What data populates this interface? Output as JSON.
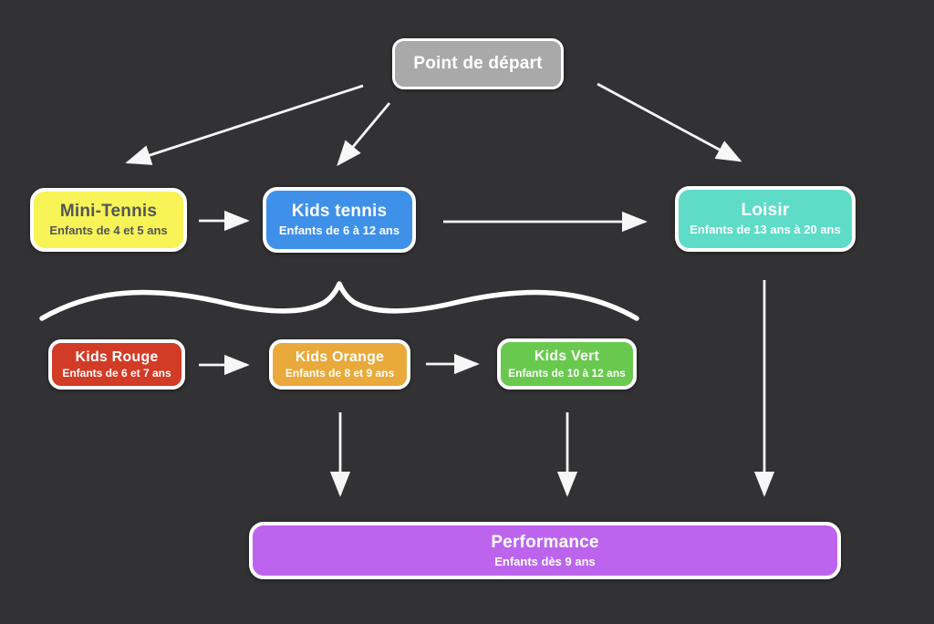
{
  "diagram": {
    "background_color": "#323234",
    "arrow_color": "#f7f7f7",
    "brace_color": "#ffffff",
    "node_border_color": "#ffffff"
  },
  "nodes": {
    "point_depart": {
      "title": "Point de départ",
      "color": "#a9a9a9",
      "text_color": "#ffffff"
    },
    "mini_tennis": {
      "title": "Mini-Tennis",
      "subtitle": "Enfants de 4 et 5 ans",
      "color": "#f8f356",
      "text_color": "#52565a"
    },
    "kids_tennis": {
      "title": "Kids tennis",
      "subtitle": "Enfants de 6 à 12 ans",
      "color": "#3f90e9",
      "text_color": "#ffffff"
    },
    "loisir": {
      "title": "Loisir",
      "subtitle": "Enfants de 13 ans à 20 ans",
      "color": "#5edcc8",
      "text_color": "#ffffff"
    },
    "kids_rouge": {
      "title": "Kids Rouge",
      "subtitle": "Enfants de 6 et 7 ans",
      "color": "#d23b26",
      "text_color": "#ffffff"
    },
    "kids_orange": {
      "title": "Kids Orange",
      "subtitle": "Enfants de 8 et 9 ans",
      "color": "#e9a93b",
      "text_color": "#ffffff"
    },
    "kids_vert": {
      "title": "Kids Vert",
      "subtitle": "Enfants de 10 à 12 ans",
      "color": "#69c94e",
      "text_color": "#ffffff"
    },
    "performance": {
      "title": "Performance",
      "subtitle": "Enfants dès 9 ans",
      "color": "#bc64ed",
      "text_color": "#ffffff"
    }
  }
}
